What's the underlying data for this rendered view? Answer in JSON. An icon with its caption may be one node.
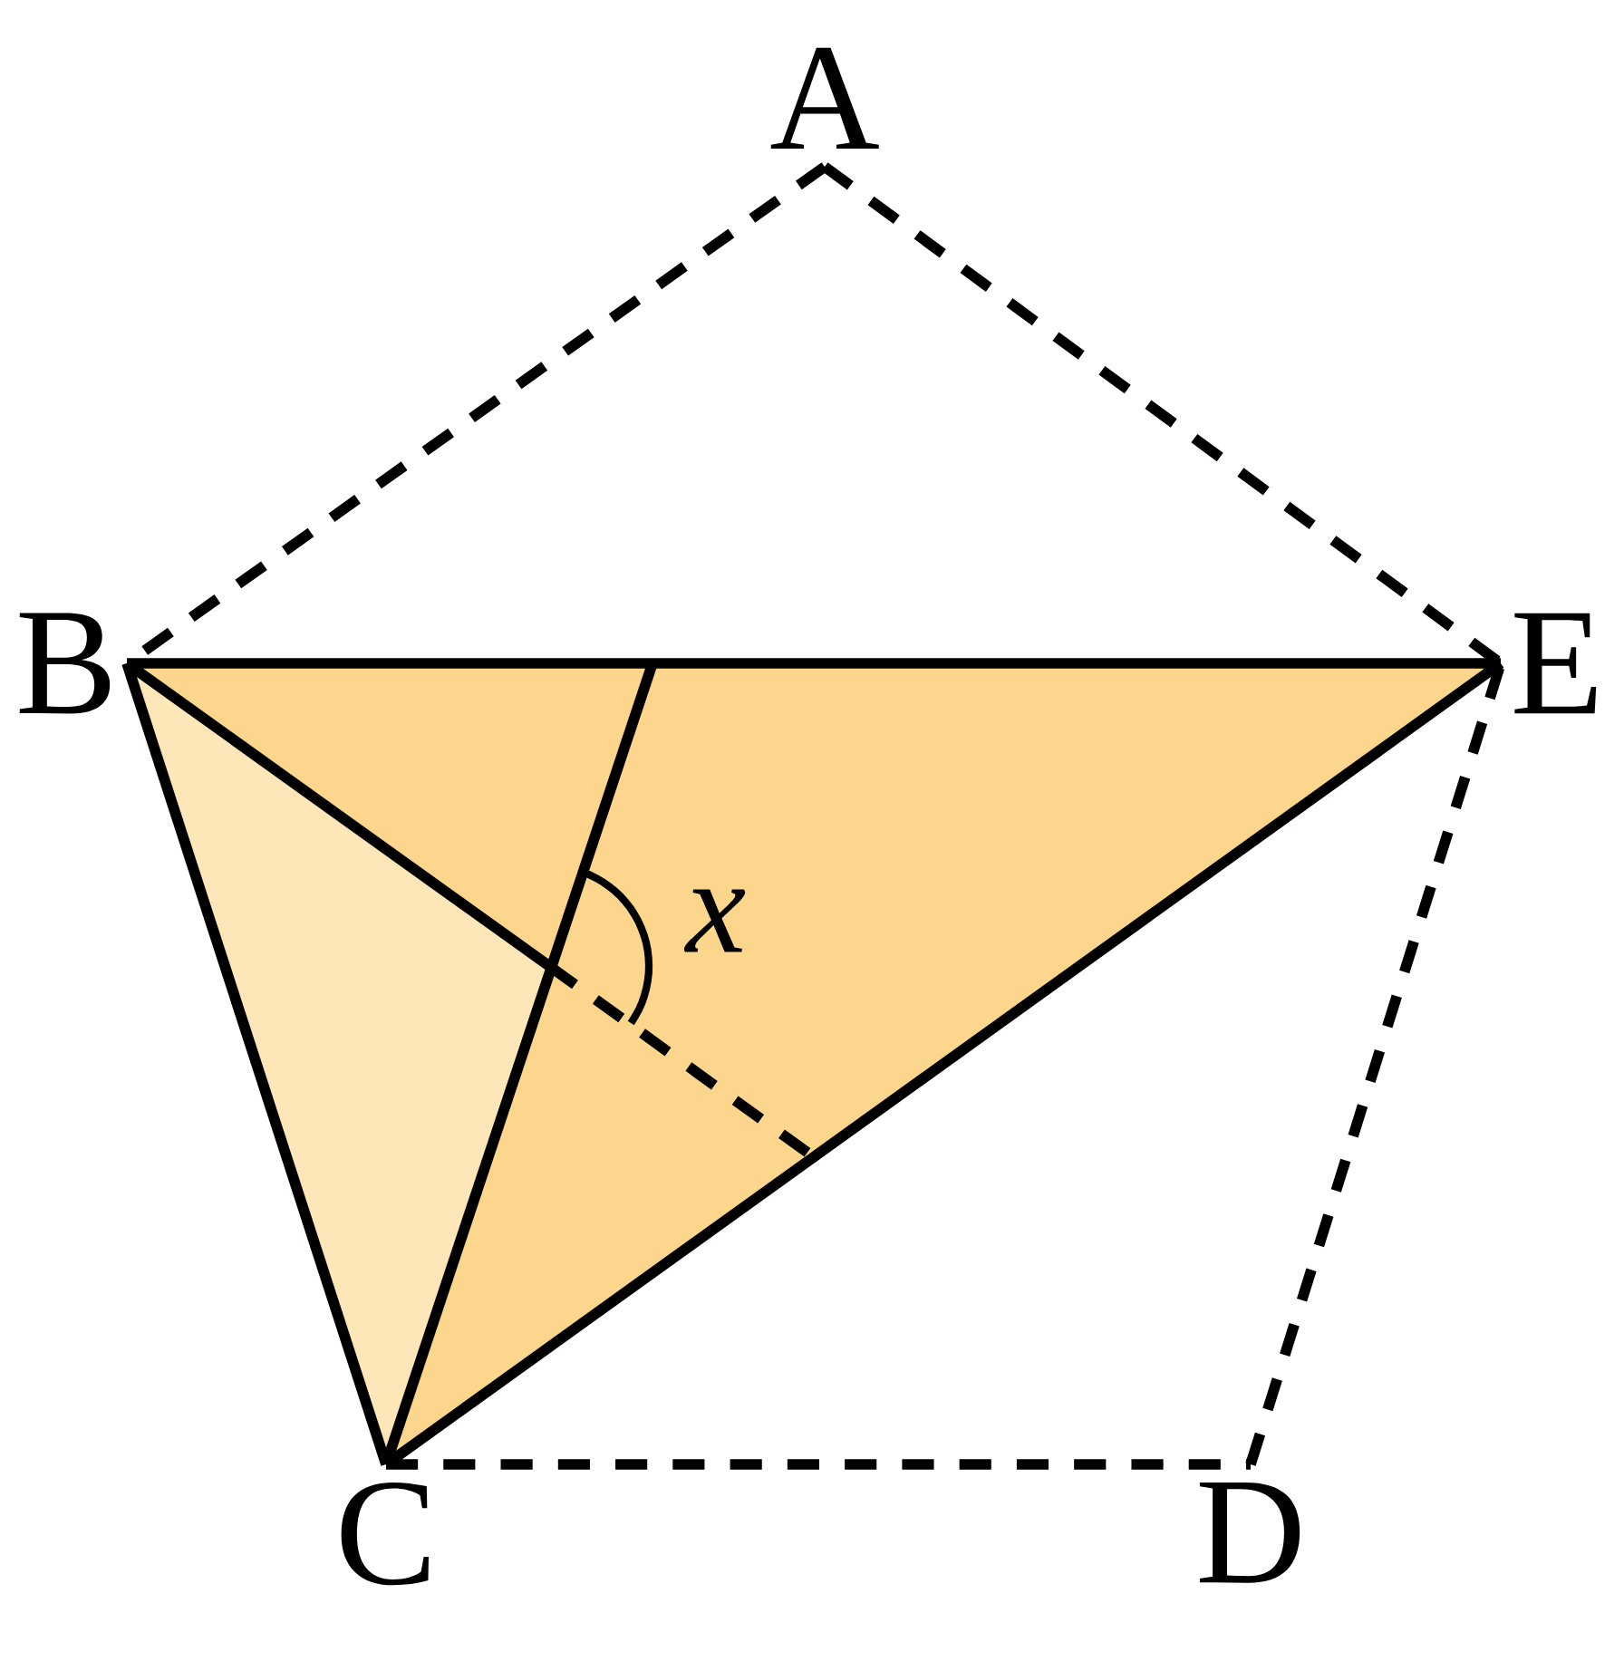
{
  "diagram": {
    "nodes": [
      {
        "text": [
          "A"
        ]
      },
      {
        "text": [
          "B"
        ]
      },
      {
        "text": [
          "C"
        ]
      },
      {
        "text": [
          "D"
        ]
      },
      {
        "text": [
          "E"
        ]
      }
    ],
    "edges": [
      {
        "from": 0,
        "to": 1,
        "arrow": "none",
        "style": "dashed"
      },
      {
        "from": 0,
        "to": 4,
        "arrow": "none",
        "style": "dashed"
      },
      {
        "from": 1,
        "to": 4,
        "arrow": "none"
      },
      {
        "from": 1,
        "to": 2,
        "arrow": "none"
      },
      {
        "from": 2,
        "to": 4,
        "arrow": "none"
      },
      {
        "from": 2,
        "to": 3,
        "arrow": "none",
        "style": "dashed"
      },
      {
        "from": 3,
        "to": 4,
        "arrow": "none",
        "style": "dashed"
      }
    ],
    "labels": [
      "x"
    ]
  }
}
